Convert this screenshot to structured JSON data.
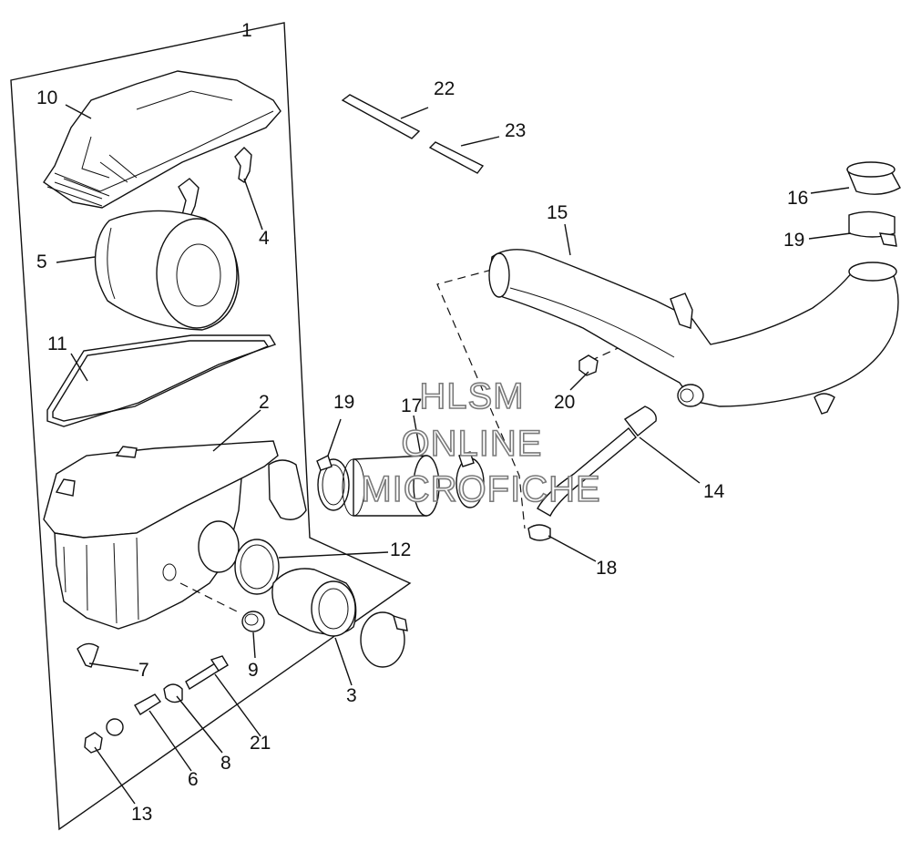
{
  "diagram": {
    "callouts": [
      {
        "id": "1",
        "label": "1"
      },
      {
        "id": "2",
        "label": "2"
      },
      {
        "id": "3",
        "label": "3"
      },
      {
        "id": "4",
        "label": "4"
      },
      {
        "id": "5",
        "label": "5"
      },
      {
        "id": "6",
        "label": "6"
      },
      {
        "id": "7",
        "label": "7"
      },
      {
        "id": "8",
        "label": "8"
      },
      {
        "id": "9",
        "label": "9"
      },
      {
        "id": "10",
        "label": "10"
      },
      {
        "id": "11",
        "label": "11"
      },
      {
        "id": "12",
        "label": "12"
      },
      {
        "id": "13",
        "label": "13"
      },
      {
        "id": "14",
        "label": "14"
      },
      {
        "id": "15",
        "label": "15"
      },
      {
        "id": "16",
        "label": "16"
      },
      {
        "id": "17",
        "label": "17"
      },
      {
        "id": "18",
        "label": "18"
      },
      {
        "id": "19a",
        "label": "19"
      },
      {
        "id": "19b",
        "label": "19"
      },
      {
        "id": "20",
        "label": "20"
      },
      {
        "id": "21",
        "label": "21"
      },
      {
        "id": "22",
        "label": "22"
      },
      {
        "id": "23",
        "label": "23"
      }
    ]
  },
  "watermark": {
    "line1": "HLSM",
    "line2": "ONLINE",
    "line3": "MICROFICHE"
  }
}
